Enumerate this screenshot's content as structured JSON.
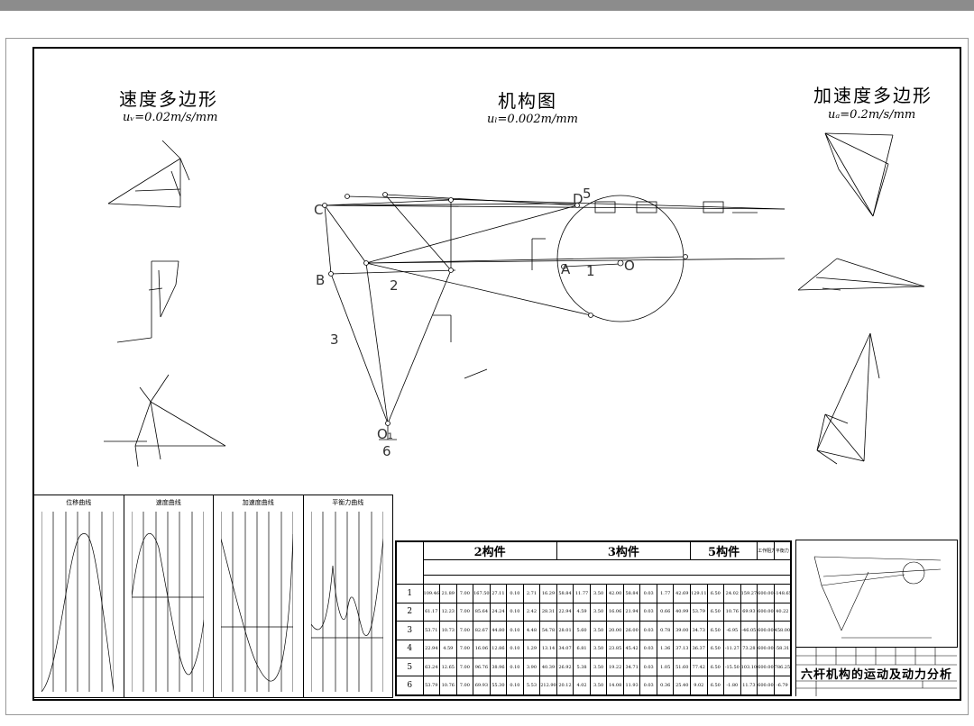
{
  "titles": {
    "velocity": "速度多边形",
    "velocity_scale": "uᵥ=0.02m/s/mm",
    "mechanism": "机构图",
    "mechanism_scale": "uₗ=0.002m/mm",
    "acceleration": "加速度多边形",
    "acceleration_scale": "uₐ=0.2m/s/mm"
  },
  "mechanism_labels": {
    "C": "C",
    "B": "B",
    "D": "D",
    "A": "A",
    "O": "O",
    "O1": "O₁",
    "n1": "1",
    "n2": "2",
    "n3": "3",
    "n5": "5",
    "n6": "6"
  },
  "graphs": {
    "titles": [
      "位移曲线",
      "速度曲线",
      "加速度曲线",
      "平衡力曲线"
    ]
  },
  "table": {
    "groups": [
      "2构件",
      "3构件",
      "5构件"
    ],
    "extra_headers": [
      "工作阻力",
      "平衡力"
    ],
    "rows": [
      {
        "no": "1",
        "v": [
          "109.46",
          "21.89",
          "7.00",
          "167.50",
          "27.11",
          "0.10",
          "2.71",
          "16.29",
          "58.84",
          "11.77",
          "3.50",
          "42.00",
          "58.84",
          "0.03",
          "1.77",
          "42.69",
          "129.11",
          "6.50",
          "24.02",
          "159.27",
          "600.00",
          "-148.65"
        ]
      },
      {
        "no": "2",
        "v": [
          "61.17",
          "12.23",
          "7.00",
          "85.64",
          "24.24",
          "0.10",
          "2.42",
          "28.31",
          "22.94",
          "4.59",
          "3.50",
          "16.06",
          "21.94",
          "0.03",
          "0.66",
          "40.99",
          "53.79",
          "6.50",
          "10.76",
          "69.93",
          "600.00",
          "40.22"
        ]
      },
      {
        "no": "3",
        "v": [
          "53.71",
          "10.73",
          "7.00",
          "82.67",
          "44.80",
          "0.10",
          "4.48",
          "54.78",
          "28.01",
          "5.60",
          "3.50",
          "20.00",
          "26.00",
          "0.03",
          "0.78",
          "39.00",
          "34.73",
          "6.50",
          "-6.95",
          "-46.05",
          "600.00",
          "458.00"
        ]
      },
      {
        "no": "4",
        "v": [
          "22.94",
          "4.59",
          "7.00",
          "16.06",
          "12.86",
          "0.10",
          "1.29",
          "13.14",
          "34.07",
          "6.81",
          "3.50",
          "23.85",
          "45.42",
          "0.03",
          "1.36",
          "37.13",
          "36.37",
          "6.50",
          "-11.27",
          "73.28",
          "600.00",
          "-58.31"
        ]
      },
      {
        "no": "5",
        "v": [
          "63.24",
          "12.65",
          "7.00",
          "96.76",
          "38.96",
          "0.10",
          "3.90",
          "40.39",
          "26.92",
          "5.38",
          "3.50",
          "19.22",
          "34.71",
          "0.03",
          "1.05",
          "51.60",
          "77.42",
          "6.50",
          "-15.50",
          "103.10",
          "600.00",
          "786.25"
        ]
      },
      {
        "no": "6",
        "v": [
          "53.79",
          "10.76",
          "7.00",
          "69.93",
          "55.30",
          "0.10",
          "5.53",
          "212.90",
          "20.12",
          "4.02",
          "3.50",
          "14.08",
          "11.93",
          "0.03",
          "0.36",
          "25.40",
          "9.02",
          "6.50",
          "-1.80",
          "11.73",
          "600.00",
          "-6.79"
        ]
      }
    ]
  },
  "title_block": {
    "name": "六杆机构的运动及动力分析"
  }
}
